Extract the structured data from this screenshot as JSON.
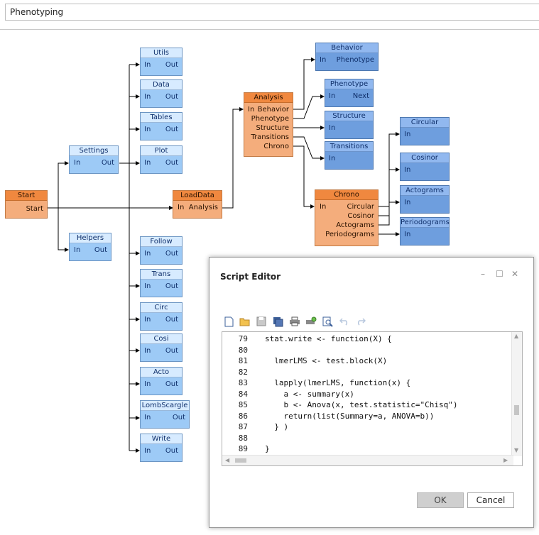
{
  "workspace_title": "Phenotyping",
  "nodes": {
    "start": {
      "title": "Start",
      "ports": [
        "Start"
      ]
    },
    "settings": {
      "title": "Settings",
      "ports": [
        "In",
        "Out"
      ]
    },
    "helpers": {
      "title": "Helpers",
      "ports": [
        "In",
        "Out"
      ]
    },
    "utils": {
      "title": "Utils",
      "ports": [
        "In",
        "Out"
      ]
    },
    "data": {
      "title": "Data",
      "ports": [
        "In",
        "Out"
      ]
    },
    "tables": {
      "title": "Tables",
      "ports": [
        "In",
        "Out"
      ]
    },
    "plot": {
      "title": "Plot",
      "ports": [
        "In",
        "Out"
      ]
    },
    "follow": {
      "title": "Follow",
      "ports": [
        "In",
        "Out"
      ]
    },
    "trans": {
      "title": "Trans",
      "ports": [
        "In",
        "Out"
      ]
    },
    "circ": {
      "title": "Circ",
      "ports": [
        "In",
        "Out"
      ]
    },
    "cosi": {
      "title": "Cosi",
      "ports": [
        "In",
        "Out"
      ]
    },
    "acto": {
      "title": "Acto",
      "ports": [
        "In",
        "Out"
      ]
    },
    "lombscargle": {
      "title": "LombScargle",
      "ports": [
        "In",
        "Out"
      ]
    },
    "write": {
      "title": "Write",
      "ports": [
        "In",
        "Out"
      ]
    },
    "loaddata": {
      "title": "LoadData",
      "ports": [
        "In",
        "Analysis"
      ]
    },
    "analysis": {
      "title": "Analysis",
      "ports": [
        "In",
        "Behavior",
        "Phenotype",
        "Structure",
        "Transitions",
        "Chrono"
      ]
    },
    "behavior": {
      "title": "Behavior",
      "ports": [
        "In",
        "Phenotype"
      ]
    },
    "phenotype": {
      "title": "Phenotype",
      "ports": [
        "In",
        "Next"
      ]
    },
    "structure": {
      "title": "Structure",
      "ports": [
        "In"
      ]
    },
    "transitions": {
      "title": "Transitions",
      "ports": [
        "In"
      ]
    },
    "chrono": {
      "title": "Chrono",
      "ports": [
        "In",
        "Circular",
        "Cosinor",
        "Actograms",
        "Periodograms"
      ]
    },
    "circular": {
      "title": "Circular",
      "ports": [
        "In"
      ]
    },
    "cosinor": {
      "title": "Cosinor",
      "ports": [
        "In"
      ]
    },
    "actograms": {
      "title": "Actograms",
      "ports": [
        "In"
      ]
    },
    "periodograms": {
      "title": "Periodograms",
      "ports": [
        "In"
      ]
    }
  },
  "dialog": {
    "title": "Script Editor",
    "controls": {
      "minimize": "–",
      "maximize": "☐",
      "close": "✕"
    },
    "toolbar_icons": [
      "new-file-icon",
      "open-folder-icon",
      "save-icon",
      "save-all-icon",
      "print-icon",
      "print-preview-icon",
      "find-icon",
      "undo-icon",
      "redo-icon"
    ],
    "lines": [
      {
        "n": "79",
        "code": "stat.write <- function(X) {"
      },
      {
        "n": "80",
        "code": ""
      },
      {
        "n": "81",
        "code": "  lmerLMS <- test.block(X)"
      },
      {
        "n": "82",
        "code": ""
      },
      {
        "n": "83",
        "code": "  lapply(lmerLMS, function(x) {"
      },
      {
        "n": "84",
        "code": "    a <- summary(x)"
      },
      {
        "n": "85",
        "code": "    b <- Anova(x, test.statistic=\"Chisq\")"
      },
      {
        "n": "86",
        "code": "    return(list(Summary=a, ANOVA=b))"
      },
      {
        "n": "87",
        "code": "  } )"
      },
      {
        "n": "88",
        "code": ""
      },
      {
        "n": "89",
        "code": "}"
      }
    ],
    "ok_label": "OK",
    "cancel_label": "Cancel"
  },
  "colors": {
    "blue_node": "#9dcaf6",
    "mid_blue_node": "#6e9ede",
    "orange_node": "#f4ad7c",
    "orange_header": "#f0883f"
  }
}
